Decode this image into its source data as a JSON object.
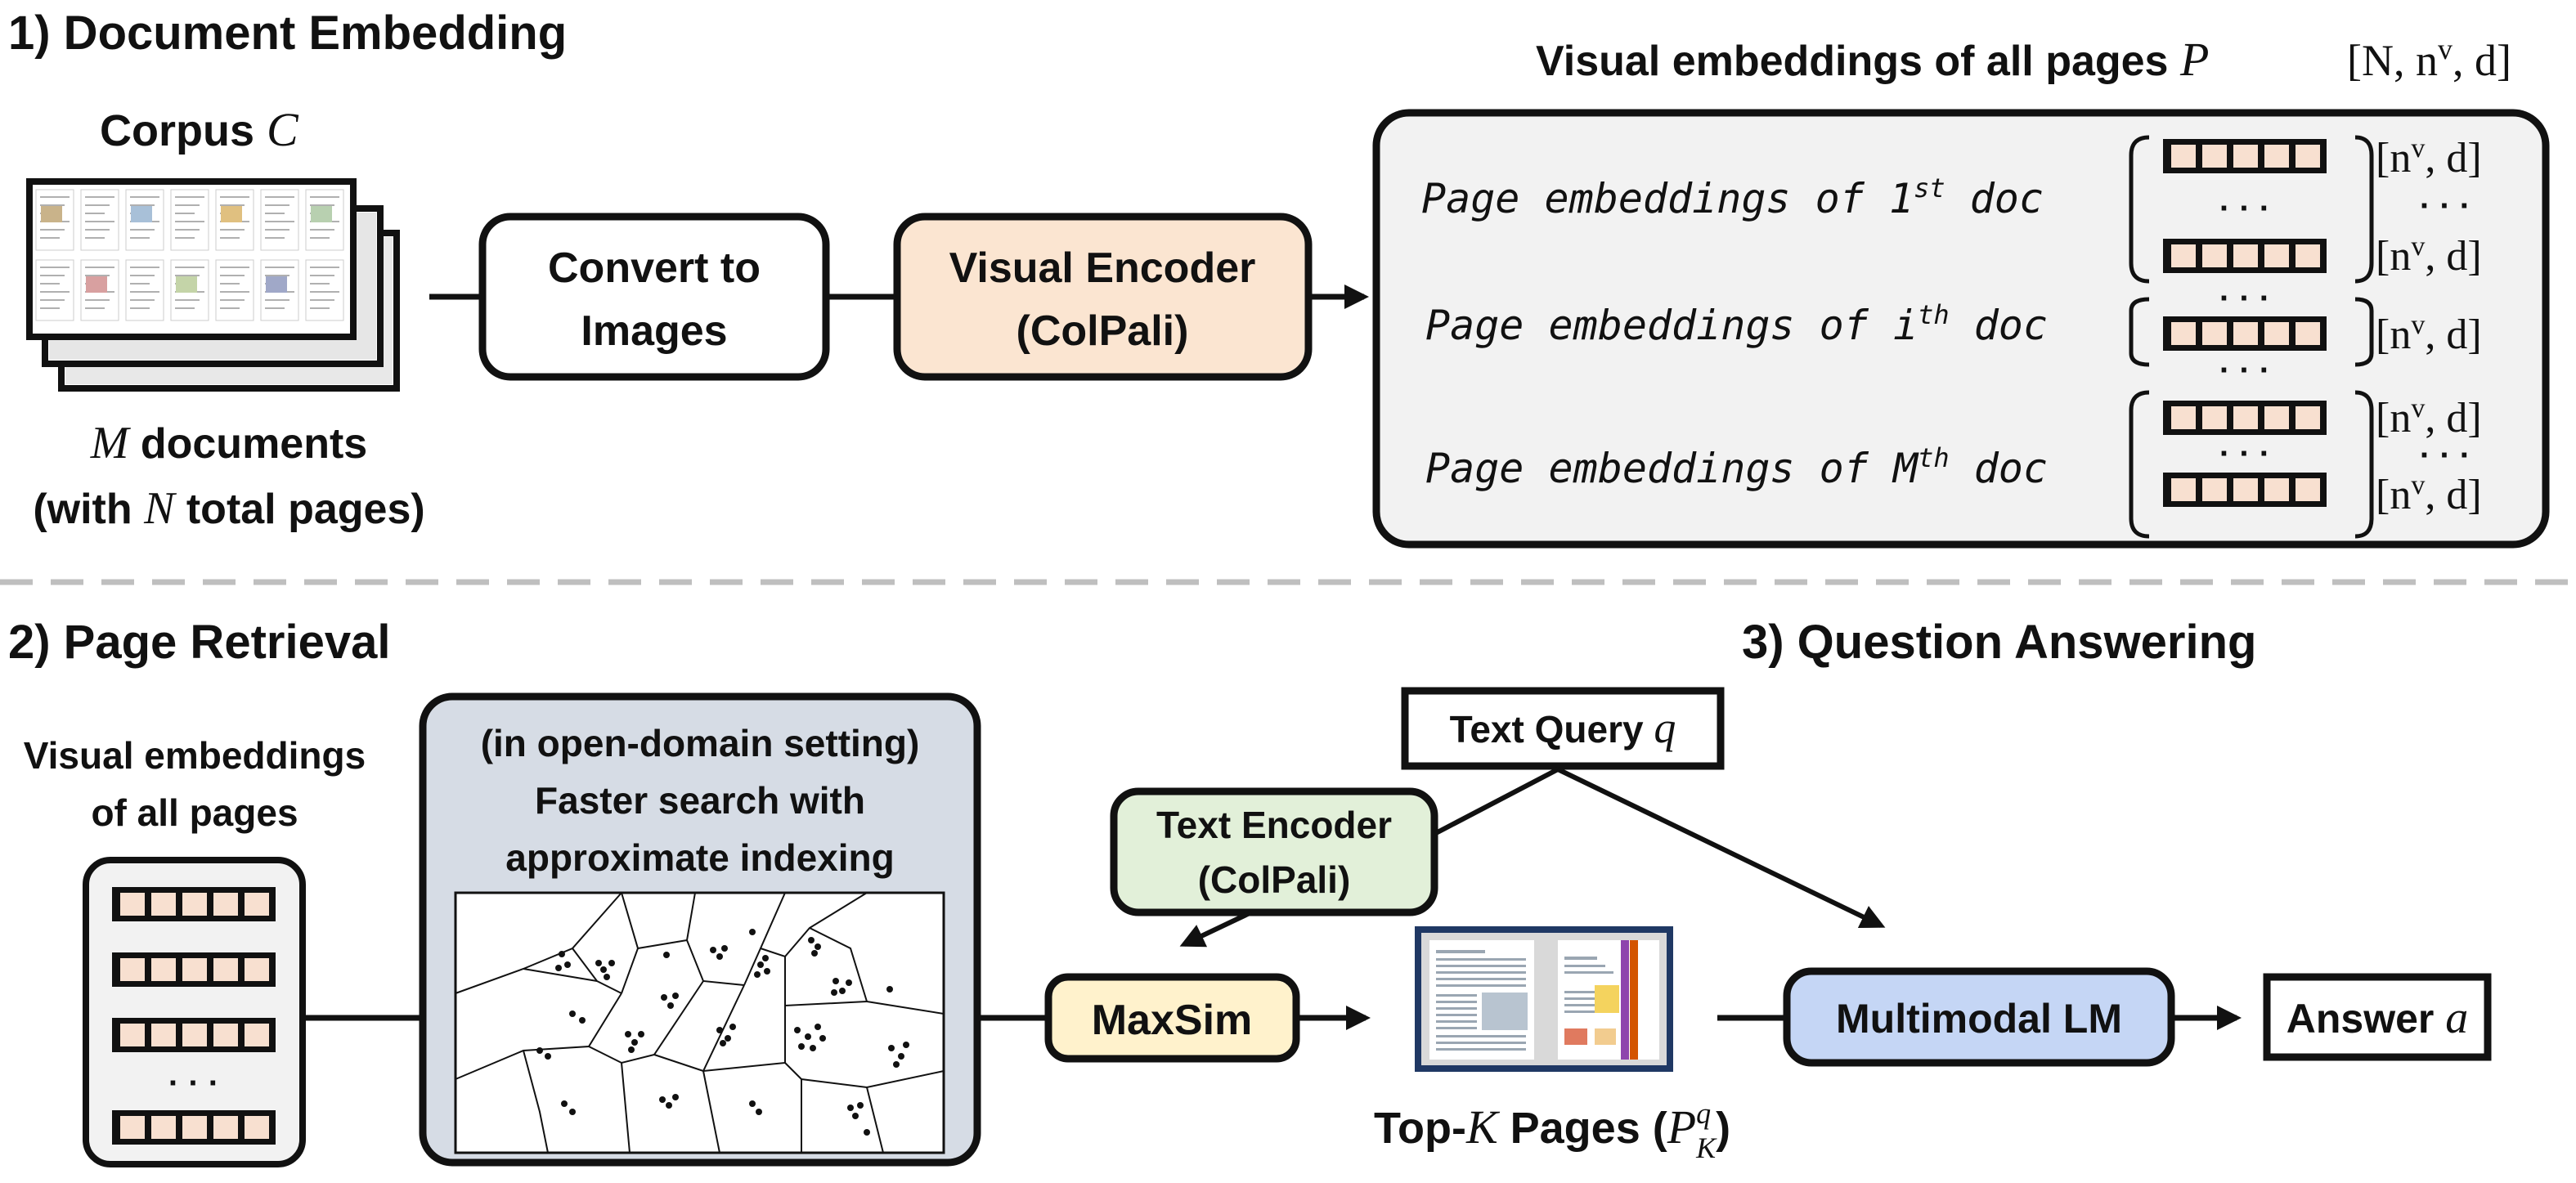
{
  "section1": {
    "heading": "1) Document Embedding",
    "corpus_label": "Corpus",
    "corpus_symbol": "C",
    "docs_line1_symbol": "M",
    "docs_line1_rest": " documents",
    "docs_line2_pre": "(with ",
    "docs_line2_symbol": "N",
    "docs_line2_post": " total pages)",
    "convert_line1": "Convert to",
    "convert_line2": "Images",
    "encoder_line1": "Visual Encoder",
    "encoder_line2": "(ColPali)",
    "embeddings_title": "Visual embeddings of all pages",
    "embeddings_symbol": "P",
    "embeddings_shape": "[N, n",
    "embeddings_shape_sup": "v",
    "embeddings_shape_end": ", d]",
    "rows": [
      {
        "prefix": "Page embeddings of 1",
        "sup": "st",
        "suffix": " doc"
      },
      {
        "prefix": "Page embeddings of i",
        "sup": "th",
        "suffix": " doc"
      },
      {
        "prefix": "Page embeddings of M",
        "sup": "th",
        "suffix": " doc"
      }
    ],
    "shape_label_pre": "[n",
    "shape_label_sup": "v",
    "shape_label_post": ", d]",
    "ellipsis": "· · ·"
  },
  "section2": {
    "heading": "2) Page Retrieval",
    "embeddings_line1": "Visual embeddings",
    "embeddings_line2": "of all pages",
    "index_line1": "(in open-domain setting)",
    "index_line2": "Faster search with",
    "index_line3": "approximate indexing",
    "text_encoder_line1": "Text Encoder",
    "text_encoder_line2": "(ColPali)",
    "maxsim": "MaxSim",
    "topk_pre": "Top-",
    "topk_symbol": "K",
    "topk_mid": " Pages (",
    "topk_P": "P",
    "topk_sup": "q",
    "topk_sub": "K",
    "topk_post": ")",
    "ellipsis": "· · ·"
  },
  "section3": {
    "heading": "3) Question Answering",
    "query_label": "Text Query",
    "query_symbol": "q",
    "mllm": "Multimodal LM",
    "answer_label": "Answer",
    "answer_symbol": "a"
  },
  "colors": {
    "encoder_fill": "#fbe5d1",
    "text_encoder_fill": "#e2f0d9",
    "maxsim_fill": "#fff2cc",
    "mllm_fill": "#c5d6f5",
    "index_fill": "#d6dce5",
    "panel_fill": "#f2f2f2",
    "cell_fill": "#f8e0d0",
    "divider": "#bfbfbf",
    "thumb_border": "#1f3864"
  }
}
